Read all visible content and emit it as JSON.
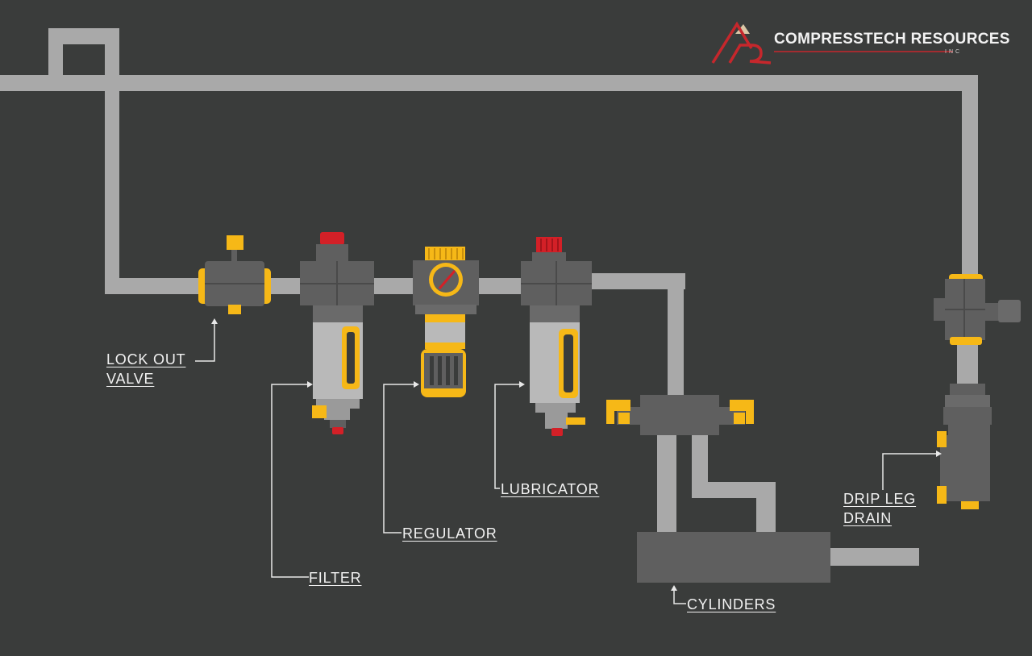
{
  "brand": {
    "name": "COMPRESSTECH RESOURCES",
    "suffix": "INC"
  },
  "labels": {
    "lockout_line1": "LOCK OUT",
    "lockout_line2": "VALVE",
    "filter": "FILTER",
    "regulator": "REGULATOR",
    "lubricator": "LUBRICATOR",
    "cylinders": "CYLINDERS",
    "drip_line1": "DRIP LEG",
    "drip_line2": "DRAIN"
  },
  "colors": {
    "background": "#3a3c3b",
    "pipe": "#a9a9a9",
    "component": "#5f5f5f",
    "accent_yellow": "#f6b817",
    "accent_red": "#d32027",
    "text": "#f2f2f2"
  }
}
